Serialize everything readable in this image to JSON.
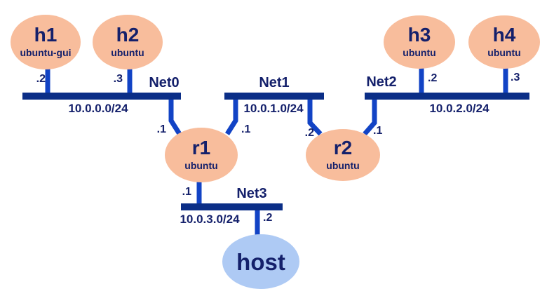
{
  "diagram": {
    "type": "network-topology",
    "nodes": {
      "h1": {
        "name": "h1",
        "os": "ubuntu-gui"
      },
      "h2": {
        "name": "h2",
        "os": "ubuntu"
      },
      "h3": {
        "name": "h3",
        "os": "ubuntu"
      },
      "h4": {
        "name": "h4",
        "os": "ubuntu"
      },
      "r1": {
        "name": "r1",
        "os": "ubuntu"
      },
      "r2": {
        "name": "r2",
        "os": "ubuntu"
      },
      "host": {
        "name": "host"
      }
    },
    "networks": {
      "net0": {
        "name": "Net0",
        "subnet": "10.0.0.0/24"
      },
      "net1": {
        "name": "Net1",
        "subnet": "10.0.1.0/24"
      },
      "net2": {
        "name": "Net2",
        "subnet": "10.0.2.0/24"
      },
      "net3": {
        "name": "Net3",
        "subnet": "10.0.3.0/24"
      }
    },
    "interfaces": {
      "h1_net0": ".2",
      "h2_net0": ".3",
      "r1_net0": ".1",
      "r1_net1": ".1",
      "r2_net1": ".2",
      "r2_net2": ".1",
      "h3_net2": ".2",
      "h4_net2": ".3",
      "r1_net3": ".1",
      "host_net3": ".2"
    },
    "colors": {
      "node_fill": "#F8BD9C",
      "host_fill": "#AECAF4",
      "bus": "#0B2E87",
      "link": "#1243C5",
      "text": "#14206B",
      "background": "#FFFFFF"
    }
  }
}
